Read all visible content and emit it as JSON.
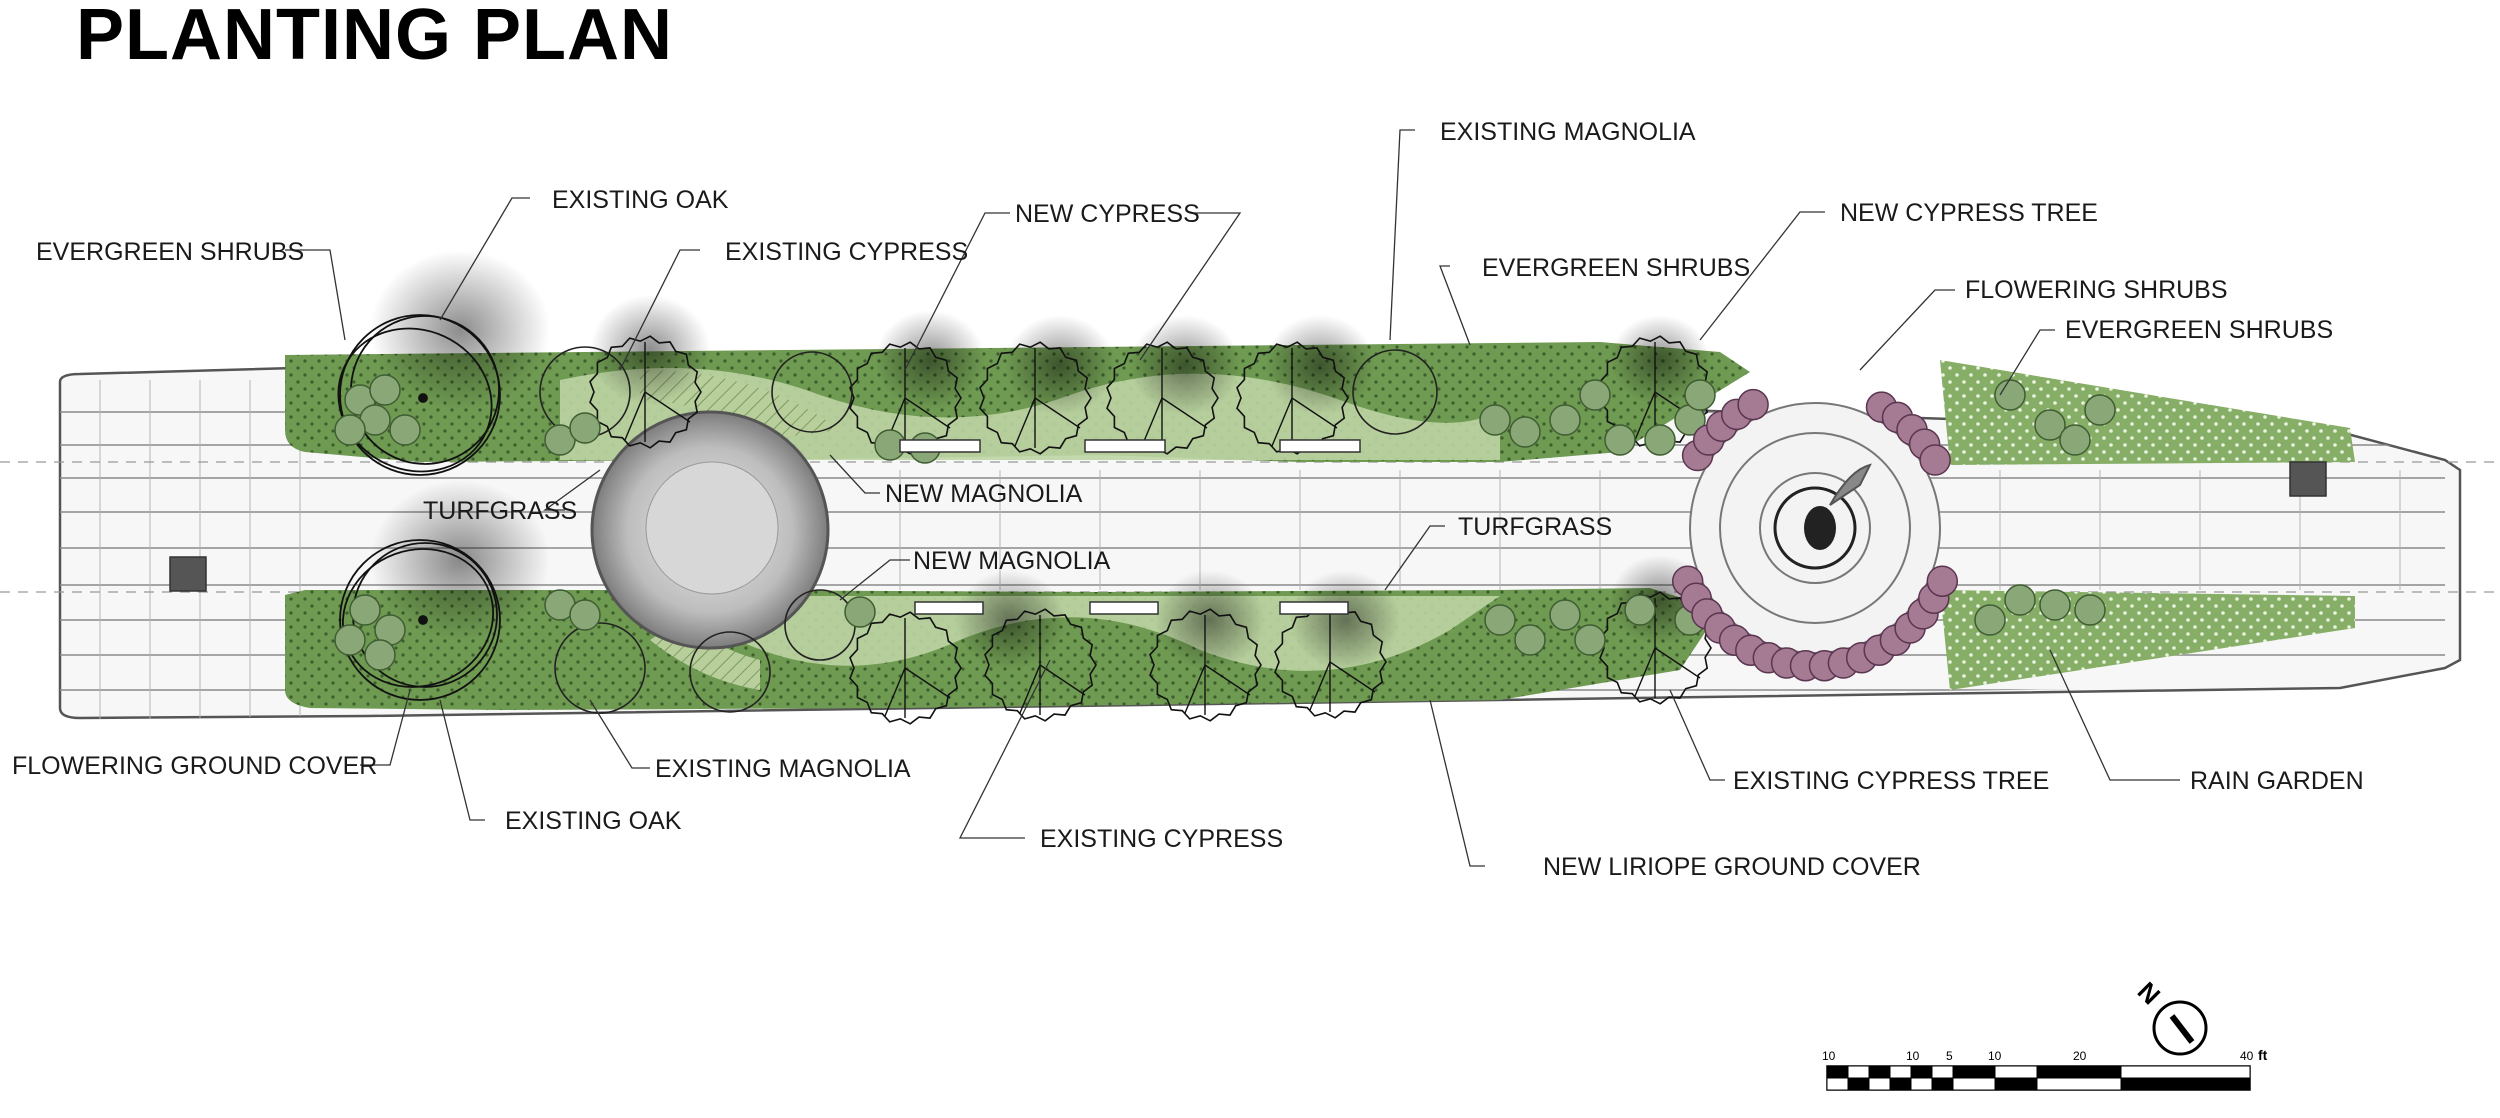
{
  "title": "PLANTING PLAN",
  "labels": {
    "evergreen_shrubs_nw": "EVERGREEN SHRUBS",
    "existing_oak_n": "EXISTING OAK",
    "existing_cypress_n": "EXISTING CYPRESS",
    "new_cypress_n": "NEW CYPRESS",
    "existing_magnolia_n": "EXISTING MAGNOLIA",
    "evergreen_shrubs_n": "EVERGREEN SHRUBS",
    "new_cypress_tree": "NEW CYPRESS TREE",
    "flowering_shrubs": "FLOWERING SHRUBS",
    "evergreen_shrubs_ne": "EVERGREEN SHRUBS",
    "turfgrass_w": "TURFGRASS",
    "new_magnolia_n": "NEW MAGNOLIA",
    "new_magnolia_s": "NEW MAGNOLIA",
    "turfgrass_c": "TURFGRASS",
    "flowering_ground_cover": "FLOWERING GROUND COVER",
    "existing_magnolia_s": "EXISTING MAGNOLIA",
    "existing_oak_s": "EXISTING OAK",
    "existing_cypress_s": "EXISTING CYPRESS",
    "new_liriope": "NEW LIRIOPE GROUND COVER",
    "existing_cypress_tree": "EXISTING CYPRESS TREE",
    "rain_garden": "RAIN GARDEN"
  },
  "scale_bar": {
    "ticks": [
      "10",
      "10",
      "5",
      "10",
      "20",
      "40"
    ],
    "unit": "ft"
  },
  "north_arrow": {
    "letter": "N"
  },
  "colors": {
    "planting_dark": "#6f9a52",
    "planting_light": "#a9c58c",
    "turf": "#c4d8ae",
    "paving": "#f6f6f6",
    "shrub": "#7f9f6a",
    "flowering": "#a0708e"
  }
}
